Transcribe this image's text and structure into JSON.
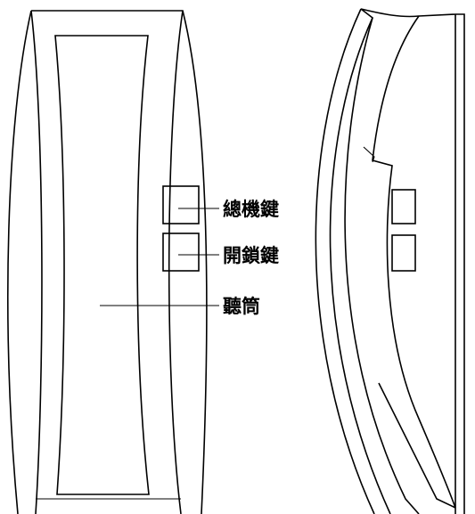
{
  "labels": {
    "main_key": "總機鍵",
    "unlock_key": "開鎖鍵",
    "handset": "聽筒"
  },
  "colors": {
    "stroke": "#000000",
    "background": "#ffffff"
  }
}
